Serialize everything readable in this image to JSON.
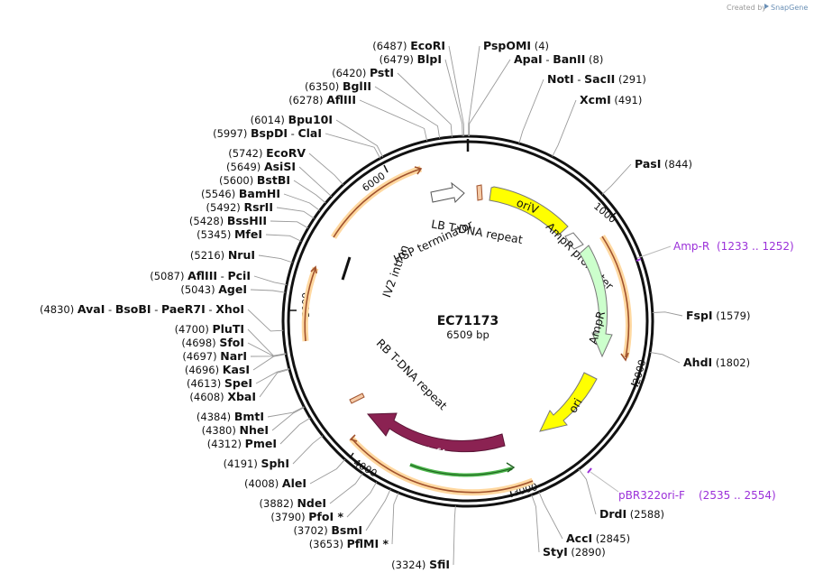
{
  "credit": {
    "prefix": "Created by",
    "brand": "SnapGene"
  },
  "map": {
    "name": "EC71173",
    "length_label": "6509 bp",
    "length": 6509
  },
  "ticks": [
    "1000",
    "2000",
    "3000",
    "4000",
    "5000",
    "6000"
  ],
  "sites": [
    {
      "names": [
        "EcoRI"
      ],
      "pos": "(6487)",
      "side": "left"
    },
    {
      "names": [
        "BlpI"
      ],
      "pos": "(6479)",
      "side": "left"
    },
    {
      "names": [
        "PstI"
      ],
      "pos": "(6420)",
      "side": "left"
    },
    {
      "names": [
        "BglII"
      ],
      "pos": "(6350)",
      "side": "left"
    },
    {
      "names": [
        "AflIII"
      ],
      "pos": "(6278)",
      "side": "left"
    },
    {
      "names": [
        "Bpu10I"
      ],
      "pos": "(6014)",
      "side": "left"
    },
    {
      "names": [
        "BspDI",
        "ClaI"
      ],
      "pos": "(5997)",
      "side": "left"
    },
    {
      "names": [
        "EcoRV"
      ],
      "pos": "(5742)",
      "side": "left"
    },
    {
      "names": [
        "AsiSI"
      ],
      "pos": "(5649)",
      "side": "left"
    },
    {
      "names": [
        "BstBI"
      ],
      "pos": "(5600)",
      "side": "left"
    },
    {
      "names": [
        "BamHI"
      ],
      "pos": "(5546)",
      "side": "left"
    },
    {
      "names": [
        "RsrII"
      ],
      "pos": "(5492)",
      "side": "left"
    },
    {
      "names": [
        "BssHII"
      ],
      "pos": "(5428)",
      "side": "left"
    },
    {
      "names": [
        "MfeI"
      ],
      "pos": "(5345)",
      "side": "left"
    },
    {
      "names": [
        "NruI"
      ],
      "pos": "(5216)",
      "side": "left"
    },
    {
      "names": [
        "AflIII",
        "PciI"
      ],
      "pos": "(5087)",
      "side": "left"
    },
    {
      "names": [
        "AgeI"
      ],
      "pos": "(5043)",
      "side": "left"
    },
    {
      "names": [
        "AvaI",
        "BsoBI",
        "PaeR7I",
        "XhoI"
      ],
      "pos": "(4830)",
      "side": "left"
    },
    {
      "names": [
        "PluTI"
      ],
      "pos": "(4700)",
      "side": "left"
    },
    {
      "names": [
        "SfoI"
      ],
      "pos": "(4698)",
      "side": "left"
    },
    {
      "names": [
        "NarI"
      ],
      "pos": "(4697)",
      "side": "left"
    },
    {
      "names": [
        "KasI"
      ],
      "pos": "(4696)",
      "side": "left"
    },
    {
      "names": [
        "SpeI"
      ],
      "pos": "(4613)",
      "side": "left"
    },
    {
      "names": [
        "XbaI"
      ],
      "pos": "(4608)",
      "side": "left"
    },
    {
      "names": [
        "BmtI"
      ],
      "pos": "(4384)",
      "side": "left"
    },
    {
      "names": [
        "NheI"
      ],
      "pos": "(4380)",
      "side": "left"
    },
    {
      "names": [
        "PmeI"
      ],
      "pos": "(4312)",
      "side": "left"
    },
    {
      "names": [
        "SphI"
      ],
      "pos": "(4191)",
      "side": "left"
    },
    {
      "names": [
        "AleI"
      ],
      "pos": "(4008)",
      "side": "left"
    },
    {
      "names": [
        "NdeI"
      ],
      "pos": "(3882)",
      "side": "left"
    },
    {
      "names": [
        "PfoI *"
      ],
      "pos": "(3790)",
      "side": "left"
    },
    {
      "names": [
        "BsmI"
      ],
      "pos": "(3702)",
      "side": "left"
    },
    {
      "names": [
        "PflMI *"
      ],
      "pos": "(3653)",
      "side": "left"
    },
    {
      "names": [
        "SfiI"
      ],
      "pos": "(3324)",
      "side": "left"
    },
    {
      "names": [
        "PspOMI"
      ],
      "pos": "(4)",
      "side": "right"
    },
    {
      "names": [
        "ApaI",
        "BanII"
      ],
      "pos": "(8)",
      "side": "right"
    },
    {
      "names": [
        "NotI",
        "SacII"
      ],
      "pos": "(291)",
      "side": "right"
    },
    {
      "names": [
        "XcmI"
      ],
      "pos": "(491)",
      "side": "right"
    },
    {
      "names": [
        "PasI"
      ],
      "pos": "(844)",
      "side": "right"
    },
    {
      "names": [
        "FspI"
      ],
      "pos": "(1579)",
      "side": "right"
    },
    {
      "names": [
        "AhdI"
      ],
      "pos": "(1802)",
      "side": "right"
    },
    {
      "names": [
        "DrdI"
      ],
      "pos": "(2588)",
      "side": "right"
    },
    {
      "names": [
        "AccI"
      ],
      "pos": "(2845)",
      "side": "right"
    },
    {
      "names": [
        "StyI"
      ],
      "pos": "(2890)",
      "side": "right"
    }
  ],
  "primers": [
    {
      "name": "Amp-R",
      "range": "(1233 .. 1252)"
    },
    {
      "name": "pBR322ori-F",
      "range": "(2535 .. 2554)"
    }
  ],
  "features": {
    "oriV": "oriV",
    "ampr_promoter": "AmpR promoter",
    "ampr": "AmpR",
    "ori": "ori",
    "trfa": "trfA",
    "rb_tdna": "RB T-DNA repeat",
    "lb_tdna": "LB T-DNA repeat",
    "hsp_term": "HSP terminator",
    "iv2_intron": "IV2 intron"
  },
  "colors": {
    "oriV": "#ffff00",
    "ampr": "#ccffcc",
    "ampr_promoter": "#ffffff",
    "ori": "#ffff00",
    "trfa": "#8b2252",
    "trfa_sub": "#4db84d",
    "orf_fill": "#ffd8a0",
    "orf_stroke": "#a0522d",
    "primer": "#9b30d9",
    "ring": "#111111"
  }
}
